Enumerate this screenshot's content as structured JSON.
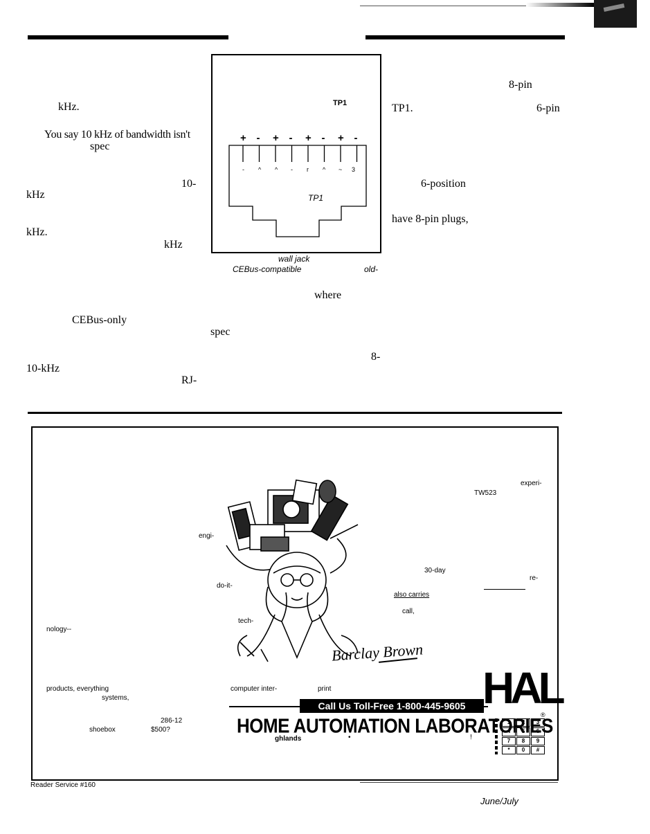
{
  "left_col": {
    "l1": "kHz.",
    "l2": "You say 10 kHz of bandwidth isn't",
    "l3": "spec",
    "l4": "10-",
    "l5": "kHz",
    "l6": "kHz.",
    "l7": "kHz",
    "l8": "CEBus-only",
    "l9": "10-kHz",
    "l10": "RJ-"
  },
  "figure": {
    "label_top": "TP1",
    "polarity": [
      "+",
      "-",
      "+",
      "-",
      "+",
      "-",
      "+",
      "-"
    ],
    "label_inner": "TP1",
    "caption_1": "wall jack",
    "caption_2a": "CEBus-compatible",
    "caption_2b": "old-"
  },
  "mid_col": {
    "where": "where",
    "spec": "spec"
  },
  "right_col": {
    "r1": "8-pin",
    "r2": "TP1.",
    "r3": "6-pin",
    "r4": "6-position",
    "r5": "have 8-pin plugs,",
    "r6": "8-"
  },
  "ad": {
    "left_frag_1": "engi-",
    "left_frag_2": "do-it-",
    "left_frag_3": "tech-",
    "left_frag_4": "nology--",
    "left_frag_5": "products, everything",
    "left_frag_6": "systems,",
    "left_frag_7": "286-12",
    "left_frag_8": "shoebox",
    "left_frag_9": "$500?",
    "mid_frag_1": "computer inter-",
    "mid_frag_2": "print",
    "right_frag_1": "experi-",
    "right_frag_2": "TW523",
    "right_frag_3": "30-day",
    "right_frag_4": "re-",
    "right_frag_5": "also carries",
    "right_frag_6": "call,",
    "signature": "Barclay Brown",
    "phone_banner": "Call Us Toll-Free 1-800-445-9605",
    "company": "HOME AUTOMATION LABORATORIES",
    "address_frag": "ghlands",
    "logo_text": "HAL",
    "keypad_keys": [
      "1",
      "2",
      "3",
      "4",
      "5",
      "6",
      "7",
      "8",
      "9",
      "*",
      "0",
      "#"
    ]
  },
  "footer": {
    "reader_service": "Reader Service #160",
    "issue": "June/July"
  }
}
